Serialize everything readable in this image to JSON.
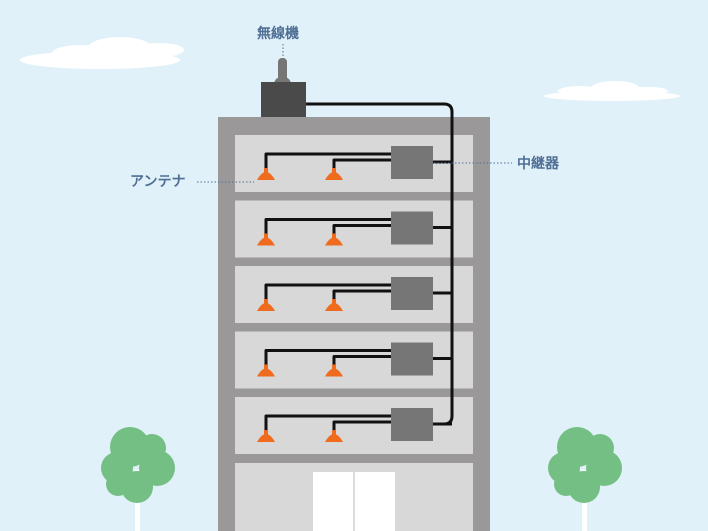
{
  "labels": {
    "wireless_unit": "無線機",
    "antenna": "アンテナ",
    "repeater": "中継器"
  },
  "building": {
    "floors": [
      {
        "antennas": 2,
        "repeaters": 1
      },
      {
        "antennas": 2,
        "repeaters": 1
      },
      {
        "antennas": 2,
        "repeaters": 1
      },
      {
        "antennas": 2,
        "repeaters": 1
      },
      {
        "antennas": 2,
        "repeaters": 1
      }
    ]
  },
  "colors": {
    "sky": "#e1f1f9",
    "cloud": "#ffffff",
    "building_frame": "#9a9898",
    "floor": "#d8d8d8",
    "device": "#767676",
    "wireless_unit": "#4a4a4a",
    "cable": "#111111",
    "antenna": "#ef6b1e",
    "tree": "#74bf84",
    "trunk": "#ffffff",
    "label": "#4f6f95"
  }
}
